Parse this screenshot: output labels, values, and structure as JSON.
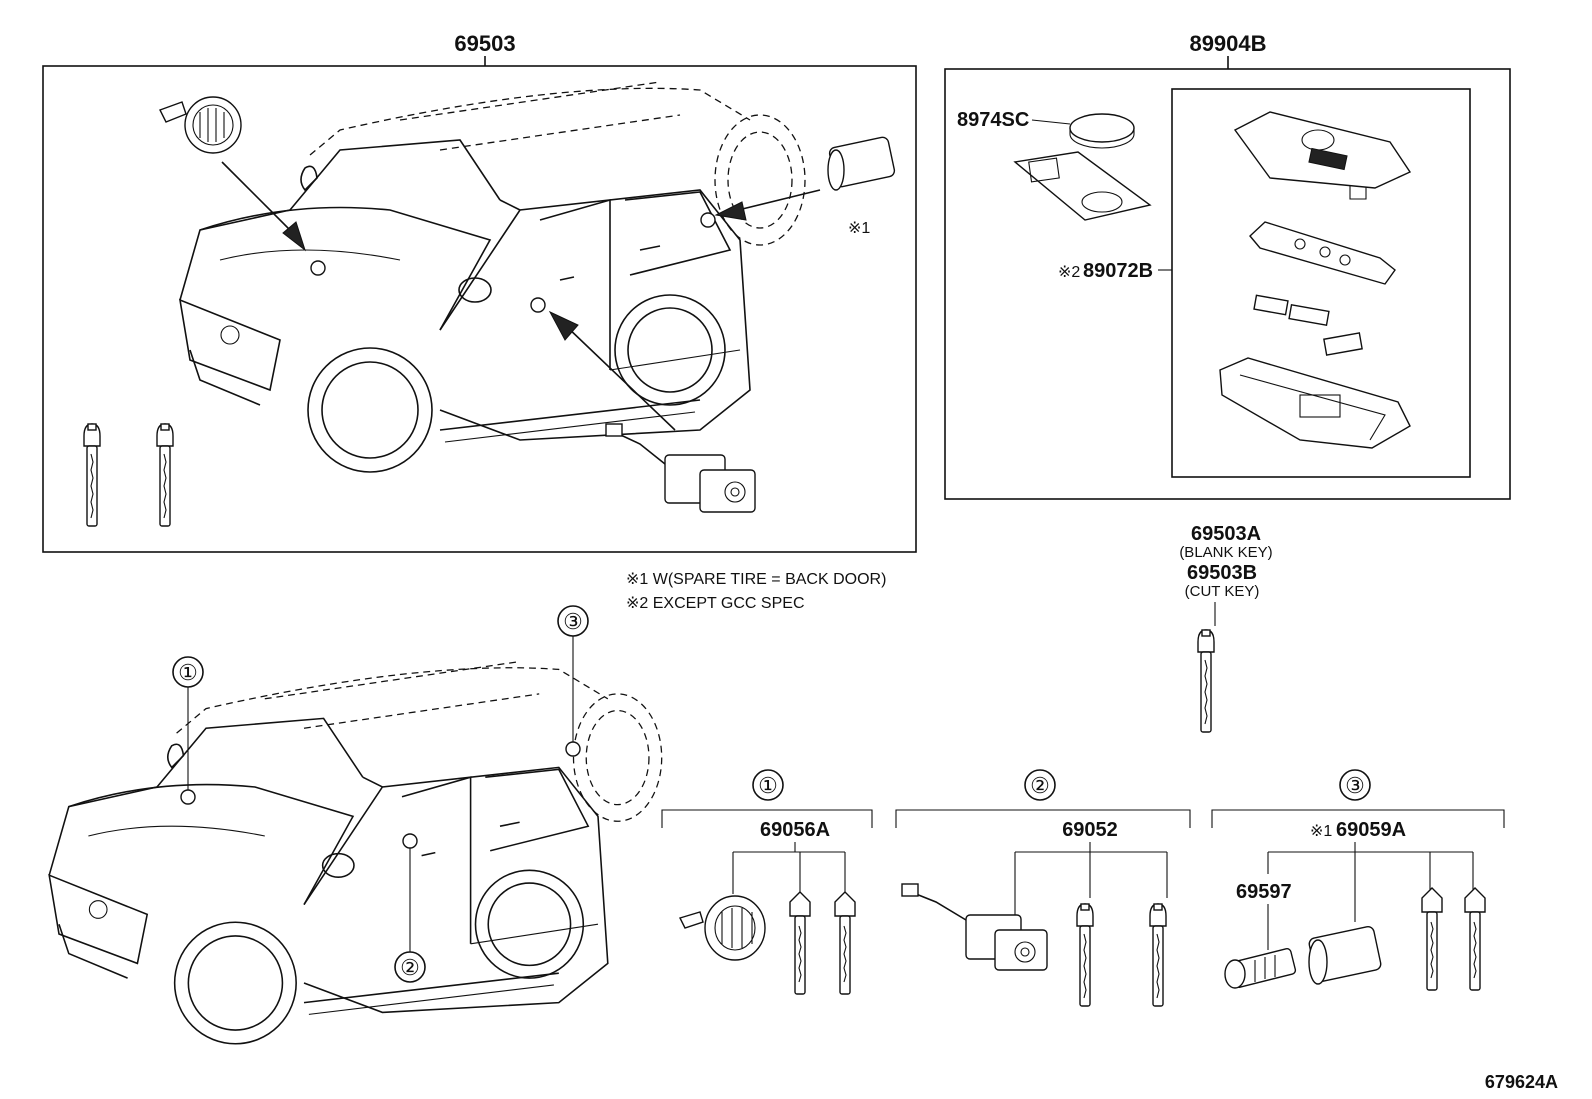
{
  "labels": {
    "main_set": "69503",
    "transmitter_set": "89904B",
    "battery": "8974SC",
    "transmitter_case": "89072B",
    "blank_key_no": "69503A",
    "blank_key_desc": "(BLANK KEY)",
    "cut_key_no": "69503B",
    "cut_key_desc": "(CUT KEY)",
    "set1_part": "69056A",
    "set2_part": "69052",
    "set3_part": "69059A",
    "set3_sub": "69597",
    "figure_id": "679624A"
  },
  "markers": {
    "note1": "※1",
    "note2": "※2",
    "c1": "①",
    "c2": "②",
    "c3": "③"
  },
  "notes": {
    "note1_text": "※1 W(SPARE TIRE = BACK DOOR)",
    "note2_text": "※2 EXCEPT GCC SPEC"
  }
}
